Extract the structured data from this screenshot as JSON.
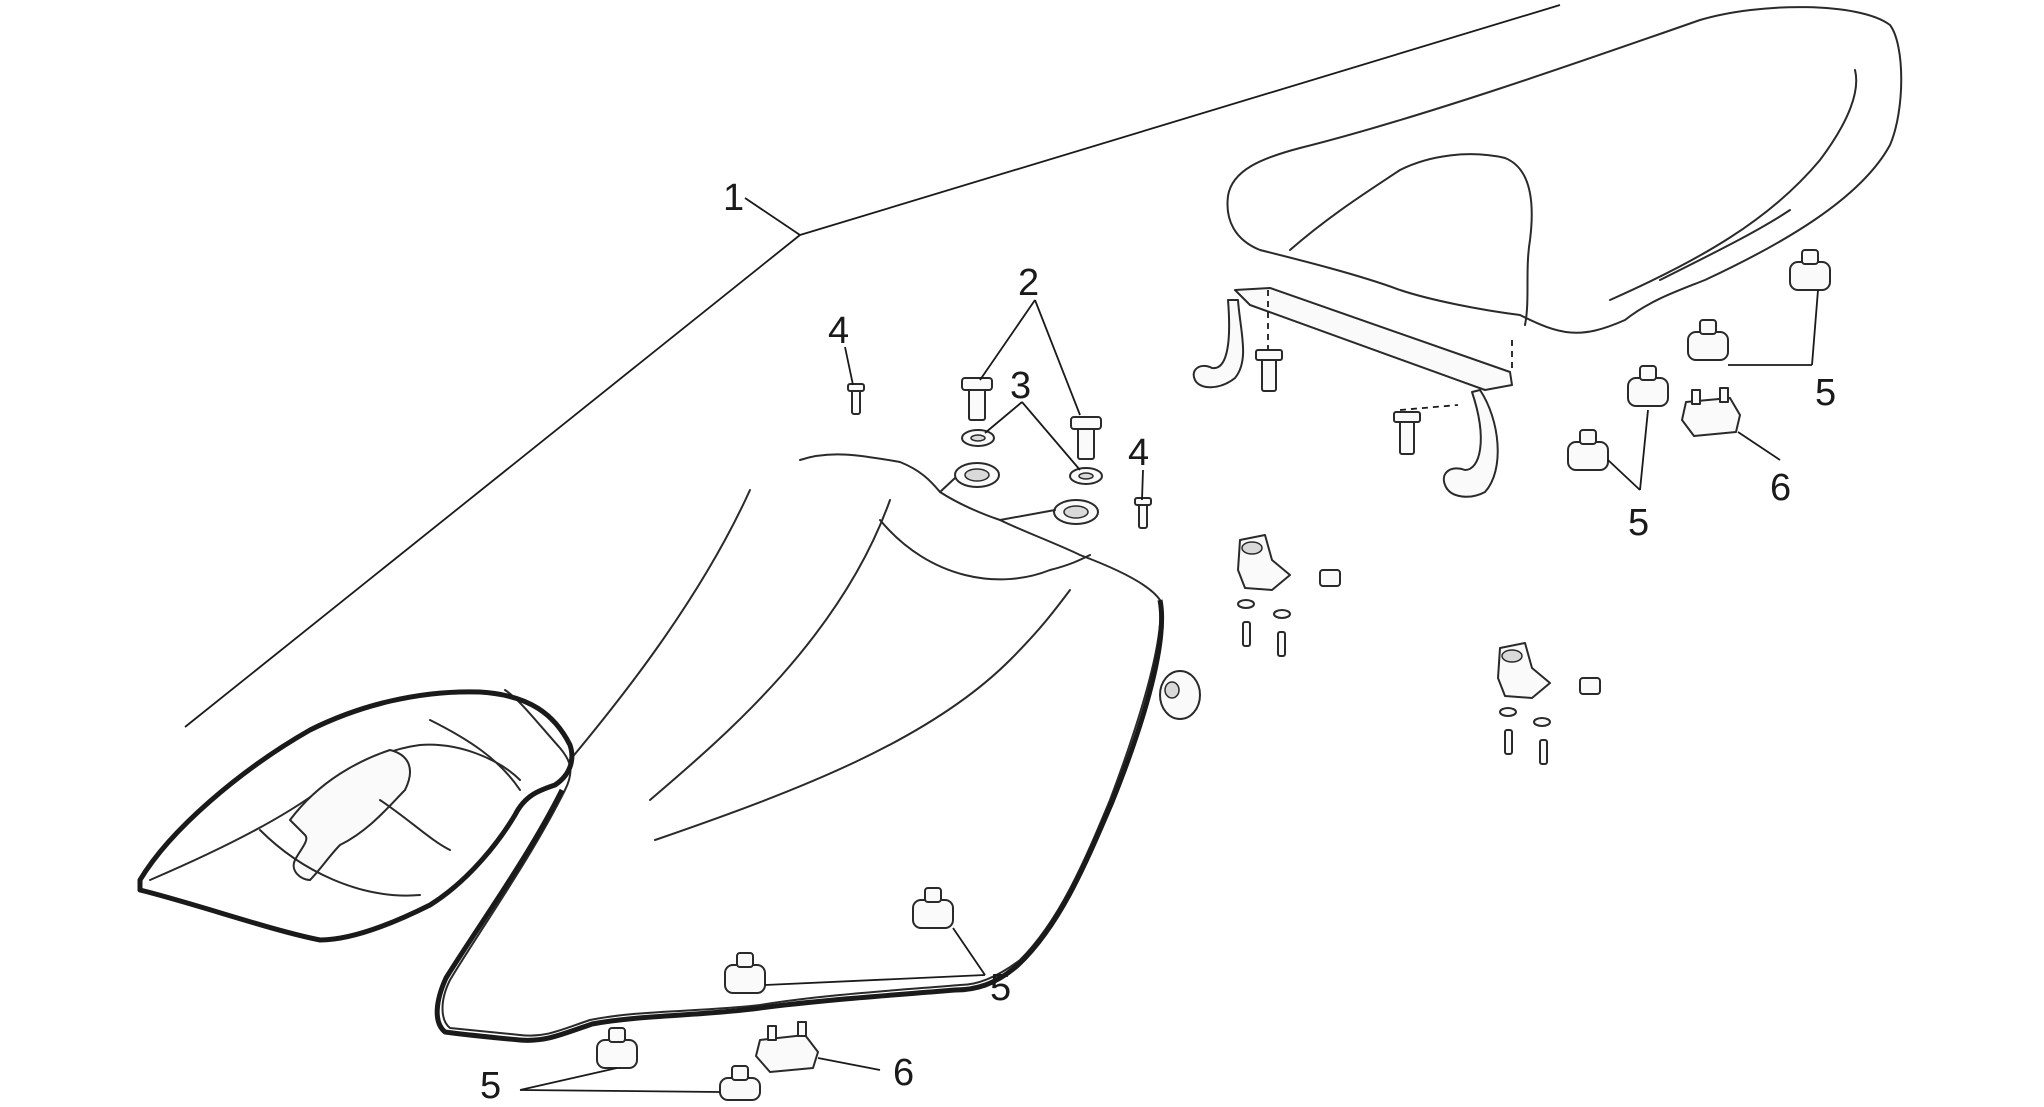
{
  "diagram": {
    "callouts": [
      {
        "id": "c1",
        "text": "1"
      },
      {
        "id": "c2",
        "text": "2"
      },
      {
        "id": "c3",
        "text": "3"
      },
      {
        "id": "c4a",
        "text": "4"
      },
      {
        "id": "c4b",
        "text": "4"
      },
      {
        "id": "c5a",
        "text": "5"
      },
      {
        "id": "c5b",
        "text": "5"
      },
      {
        "id": "c5c",
        "text": "5"
      },
      {
        "id": "c5d",
        "text": "5"
      },
      {
        "id": "c6a",
        "text": "6"
      },
      {
        "id": "c6b",
        "text": "6"
      }
    ]
  }
}
